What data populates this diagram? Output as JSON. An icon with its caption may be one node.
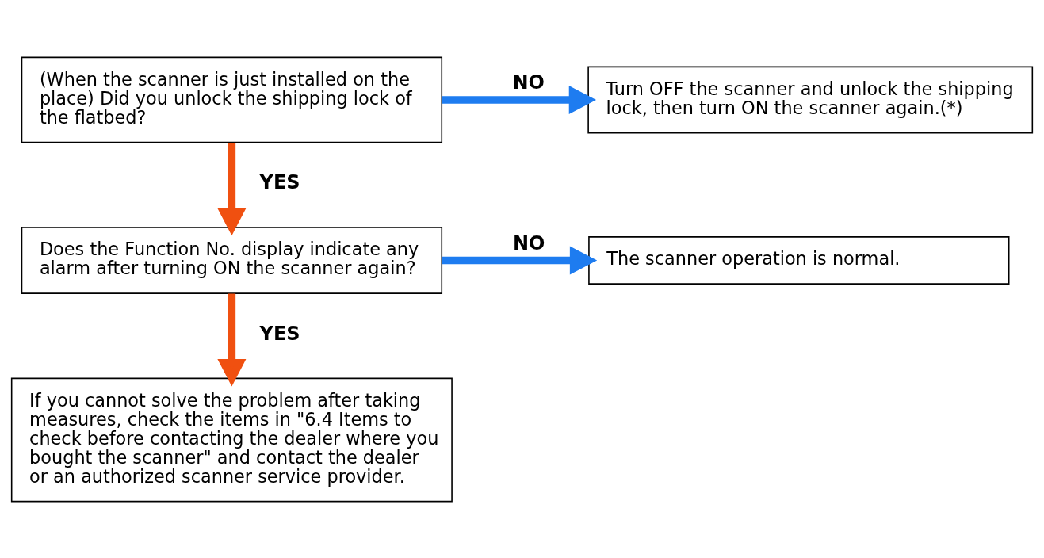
{
  "diagram": {
    "nodes": [
      {
        "text": [
          "(When the scanner is just installed on the place) Did you unlock the shipping lock of the flatbed?"
        ]
      },
      {
        "text": [
          "Turn OFF the scanner and unlock the shipping lock, then turn ON the scanner again.(*)"
        ]
      },
      {
        "text": [
          "Does the Function No. display indicate any alarm after turning ON the scanner again?"
        ]
      },
      {
        "text": [
          "The scanner operation is normal."
        ]
      },
      {
        "text": [
          "If you cannot solve the problem after taking measures, check the items in \"6.4 Items to check before contacting the dealer where you bought the scanner\" and contact the dealer or an authorized scanner service provider."
        ]
      }
    ],
    "edges": [
      {
        "from": 0,
        "to": 1,
        "arrow": "to",
        "label": "NO",
        "color": "#1e7cf0"
      },
      {
        "from": 0,
        "to": 2,
        "arrow": "to",
        "label": "YES",
        "color": "#f05010"
      },
      {
        "from": 2,
        "to": 3,
        "arrow": "to",
        "label": "NO",
        "color": "#1e7cf0"
      },
      {
        "from": 2,
        "to": 4,
        "arrow": "to",
        "label": "YES",
        "color": "#f05010"
      }
    ]
  }
}
